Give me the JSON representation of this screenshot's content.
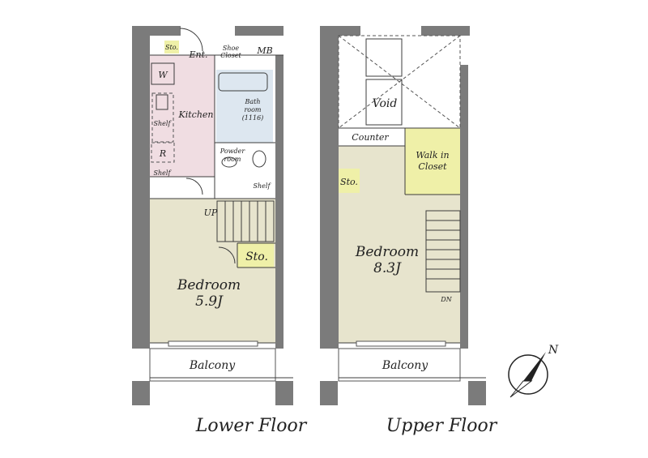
{
  "lower": {
    "caption": "Lower Floor",
    "sto_small": "Sto.",
    "entrance": "Ent.",
    "shoe_closet": [
      "Shoe",
      "Closet"
    ],
    "mb": "MB",
    "w": "W",
    "kitchen": "Kitchen",
    "shelf": "Shelf",
    "r": "R",
    "shelf2": "Shelf",
    "bath": [
      "Bath",
      "room",
      "(1116)"
    ],
    "powder": [
      "Powder",
      "room"
    ],
    "shelf3": "Shelf",
    "up": "UP",
    "sto": "Sto.",
    "bedroom": "Bedroom",
    "bedroom_size": "5.9J",
    "balcony": "Balcony"
  },
  "upper": {
    "caption": "Upper Floor",
    "void": "Void",
    "counter": "Counter",
    "walkin": [
      "Walk in",
      "Closet"
    ],
    "sto": "Sto.",
    "bedroom": "Bedroom",
    "bedroom_size": "8.3J",
    "dn": "DN",
    "balcony": "Balcony"
  },
  "compass": "N",
  "colors": {
    "room": "#e7e4cd",
    "kitchen": "#f0dde2",
    "closet": "#eff0a8",
    "bath": "#dde7f0",
    "wall": "#7b7b7b"
  }
}
